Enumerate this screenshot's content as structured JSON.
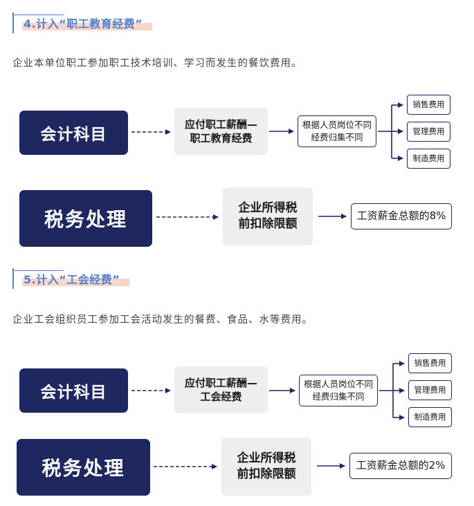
{
  "colors": {
    "accent": "#4f7fce",
    "highlight": "#f9d6cc",
    "navy": "#1e2760",
    "gray_box": "#eeeeee"
  },
  "sections": [
    {
      "title": "4.计入“职工教育经费”",
      "description": "企业本单位职工参加职工技术培训、学习而发生的餐饮费用。",
      "accounting": {
        "label": "会计科目",
        "subject": "应付职工薪酬—\n职工教育经费",
        "allocation": "根据人员岗位不同\n经费归集不同",
        "costs": [
          "销售费用",
          "管理费用",
          "制造费用"
        ]
      },
      "tax": {
        "label": "税务处理",
        "limit": "企业所得税\n前扣除限额",
        "rate": "工资薪金总额的8%"
      }
    },
    {
      "title": "5.计入“工会经费”",
      "description": "企业工会组织员工参加工会活动发生的餐费、食品、水等费用。",
      "accounting": {
        "label": "会计科目",
        "subject": "应付职工薪酬—\n工会经费",
        "allocation": "根据人员岗位不同\n经费归集不同",
        "costs": [
          "销售费用",
          "管理费用",
          "制造费用"
        ]
      },
      "tax": {
        "label": "税务处理",
        "limit": "企业所得税\n前扣除限额",
        "rate": "工资薪金总额的2%"
      }
    }
  ]
}
